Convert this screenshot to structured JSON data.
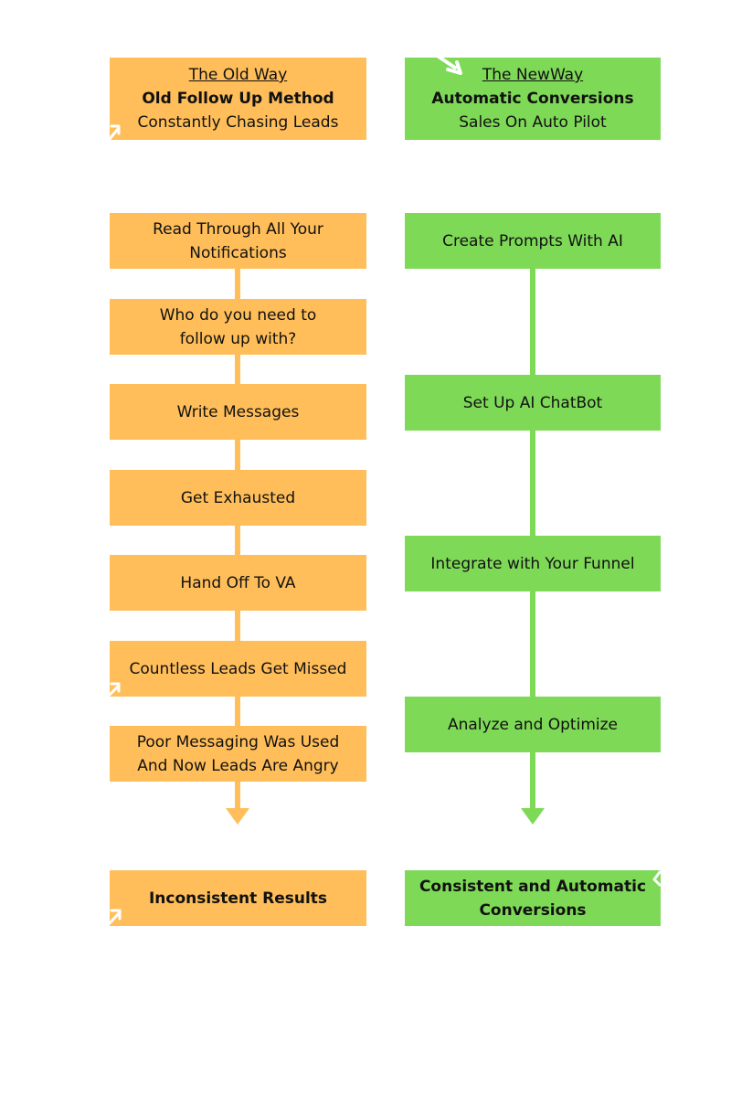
{
  "old_way": {
    "header": {
      "subtitle": "The Old Way",
      "title": "Old Follow Up Method",
      "tagline": "Constantly Chasing Leads"
    },
    "steps": [
      "Read Through All Your Notifications",
      "Who do you need to follow up with?",
      "Write Messages",
      "Get Exhausted",
      "Hand Off To VA",
      "Countless Leads Get Missed",
      "Poor Messaging Was Used And Now Leads Are Angry"
    ],
    "result": "Inconsistent Results"
  },
  "new_way": {
    "header": {
      "subtitle": "The NewWay",
      "title": "Automatic Conversions",
      "tagline": "Sales On Auto Pilot"
    },
    "steps": [
      "Create Prompts With AI",
      "Set Up AI ChatBot",
      "Integrate with Your Funnel",
      "Analyze and Optimize"
    ],
    "result": "Consistent and Automatic Conversions"
  },
  "colors": {
    "old_way": "#FFBE5A",
    "new_way": "#7ED957"
  }
}
